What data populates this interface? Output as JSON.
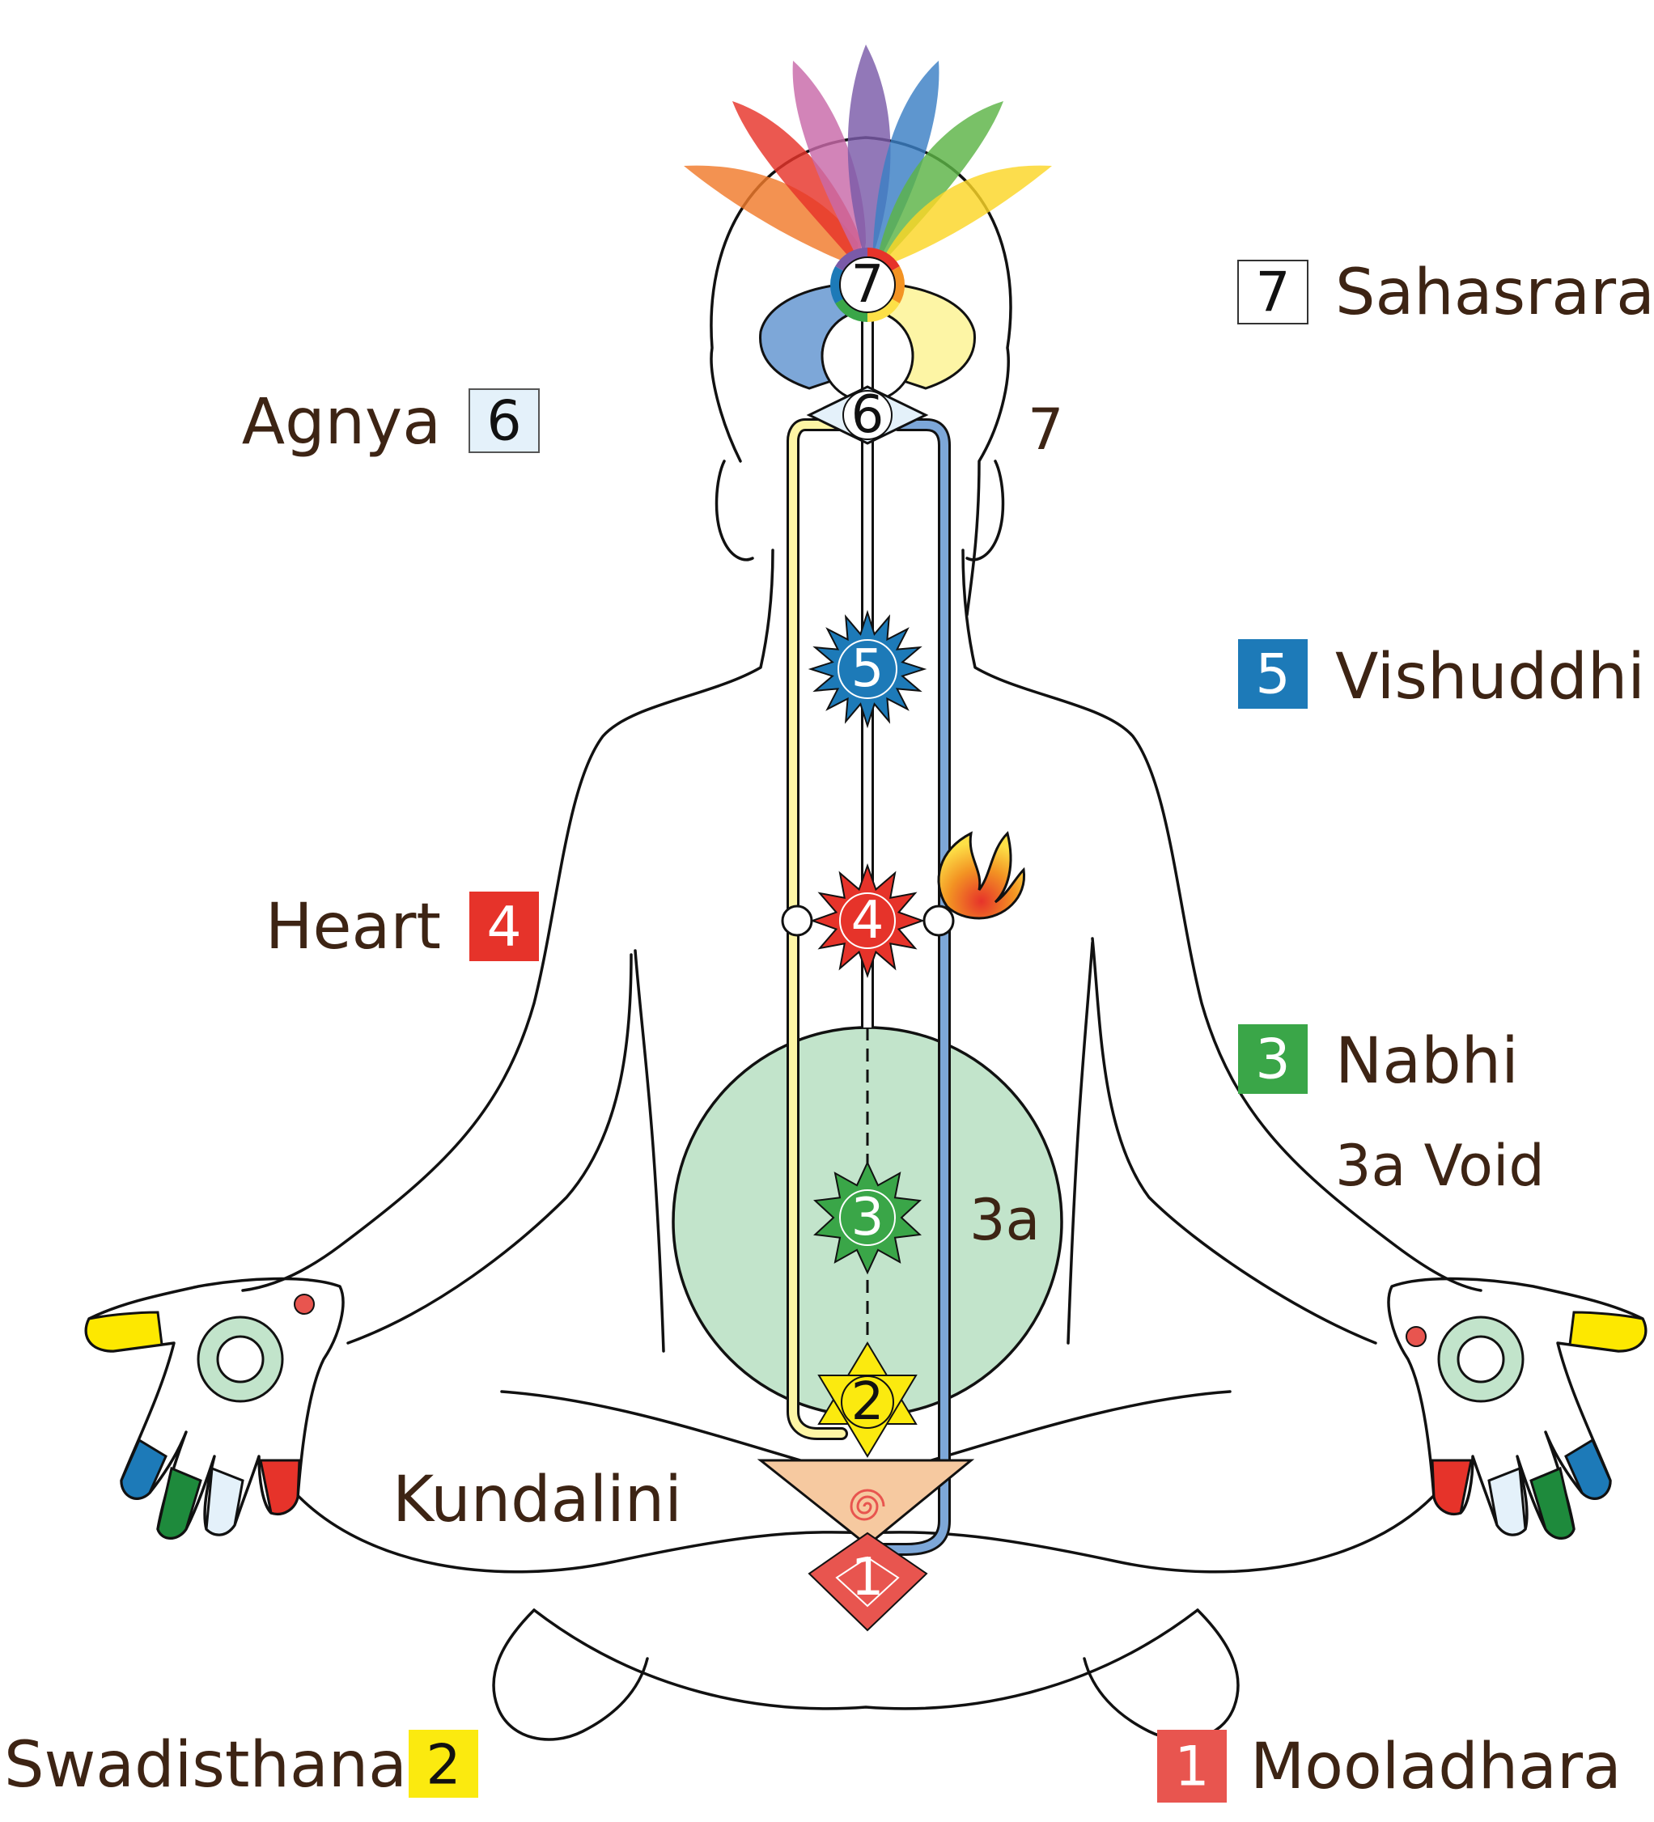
{
  "chakras": [
    {
      "num": "1",
      "name": "Mooladhara",
      "color": "#e8554f",
      "text_color": "#ffffff"
    },
    {
      "num": "2",
      "name": "Swadisthana",
      "color": "#fbea0f",
      "text_color": "#111111"
    },
    {
      "num": "3",
      "name": "Nabhi",
      "color": "#3aa648",
      "text_color": "#ffffff"
    },
    {
      "num": "4",
      "name": "Heart",
      "color": "#e6332a",
      "text_color": "#ffffff"
    },
    {
      "num": "5",
      "name": "Vishuddhi",
      "color": "#1d7ab8",
      "text_color": "#ffffff"
    },
    {
      "num": "6",
      "name": "Agnya",
      "color": "#e4f1fa",
      "text_color": "#111111"
    },
    {
      "num": "7",
      "name": "Sahasrara",
      "color": "#ffffff",
      "text_color": "#111111"
    }
  ],
  "void": {
    "label": "3a Void",
    "marker": "3a",
    "color": "#c2e4cb"
  },
  "kundalini": {
    "label": "Kundalini",
    "color": "#f6c9a0"
  },
  "side_marker": "7",
  "channels": {
    "left": "#fdf5a5",
    "right": "#7da7d8",
    "center": "#ffffff"
  },
  "petal_colors": [
    "#f07a2b",
    "#e6332a",
    "#c869a8",
    "#7a5aa8",
    "#3a7fc4",
    "#5cb346",
    "#fbd626"
  ]
}
